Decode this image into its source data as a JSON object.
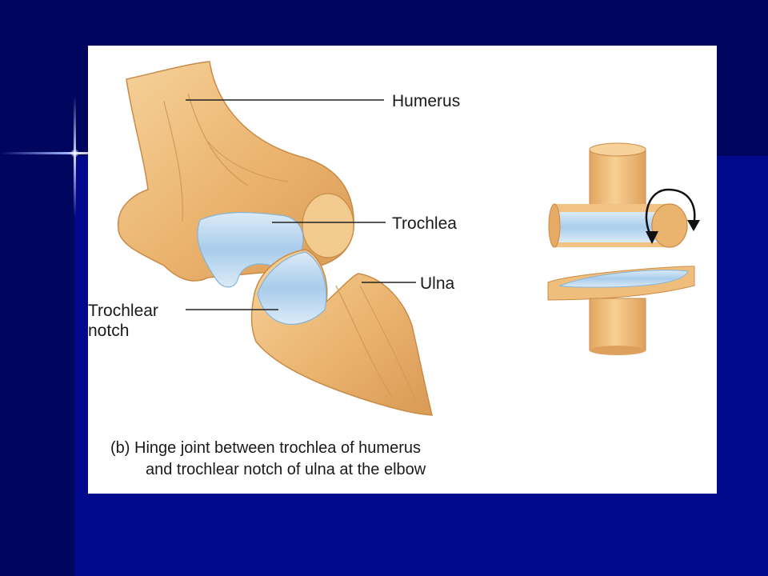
{
  "labels": {
    "humerus": "Humerus",
    "trochlea": "Trochlea",
    "ulna": "Ulna",
    "trochlear_line1": "Trochlear",
    "trochlear_line2": "notch"
  },
  "caption": {
    "line1": "(b) Hinge joint between trochlea of humerus",
    "line2": "and trochlear notch of ulna at the elbow"
  },
  "colors": {
    "bone": "#efbe7c",
    "cartilage": "#b7d6ee",
    "background_dark": "#00065e",
    "background_blue": "#000a8a"
  }
}
